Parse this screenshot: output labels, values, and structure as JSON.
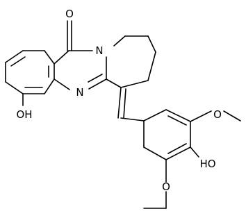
{
  "structure": {
    "atom_labels": {
      "carbonyl_oxygen": "O",
      "ring_nitrogen_top": "N",
      "ring_nitrogen_bottom": "N",
      "phenol_oh_left": "OH",
      "phenol_oh_right": "HO",
      "methoxy_oxygen_top": "O",
      "methoxy_oxygen_bottom": "O"
    }
  }
}
